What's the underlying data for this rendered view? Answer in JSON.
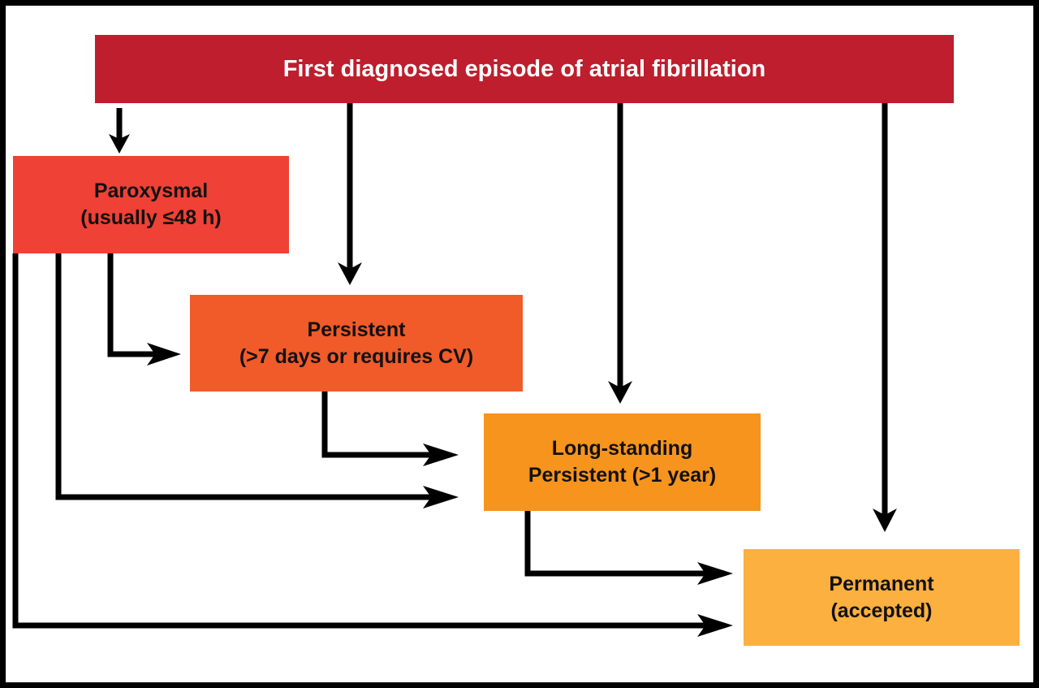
{
  "colors": {
    "top": "#BE1E2D",
    "paroxysmal": "#EF4136",
    "persistent": "#F15A29",
    "long_standing": "#F7941D",
    "permanent": "#FBB040",
    "arrow": "#000000"
  },
  "nodes": {
    "first_episode": {
      "line1": "First diagnosed episode of atrial fibrillation"
    },
    "paroxysmal": {
      "line1": "Paroxysmal",
      "line2": "(usually ≤48 h)"
    },
    "persistent": {
      "line1": "Persistent",
      "line2": "(>7 days or requires CV)"
    },
    "long_standing": {
      "line1": "Long-standing",
      "line2": "Persistent (>1 year)"
    },
    "permanent": {
      "line1": "Permanent",
      "line2": "(accepted)"
    }
  },
  "edges": [
    {
      "from": "first_episode",
      "to": "paroxysmal"
    },
    {
      "from": "first_episode",
      "to": "persistent"
    },
    {
      "from": "first_episode",
      "to": "long_standing"
    },
    {
      "from": "first_episode",
      "to": "permanent"
    },
    {
      "from": "paroxysmal",
      "to": "persistent"
    },
    {
      "from": "paroxysmal",
      "to": "long_standing"
    },
    {
      "from": "paroxysmal",
      "to": "permanent"
    },
    {
      "from": "persistent",
      "to": "long_standing"
    },
    {
      "from": "long_standing",
      "to": "permanent"
    }
  ]
}
